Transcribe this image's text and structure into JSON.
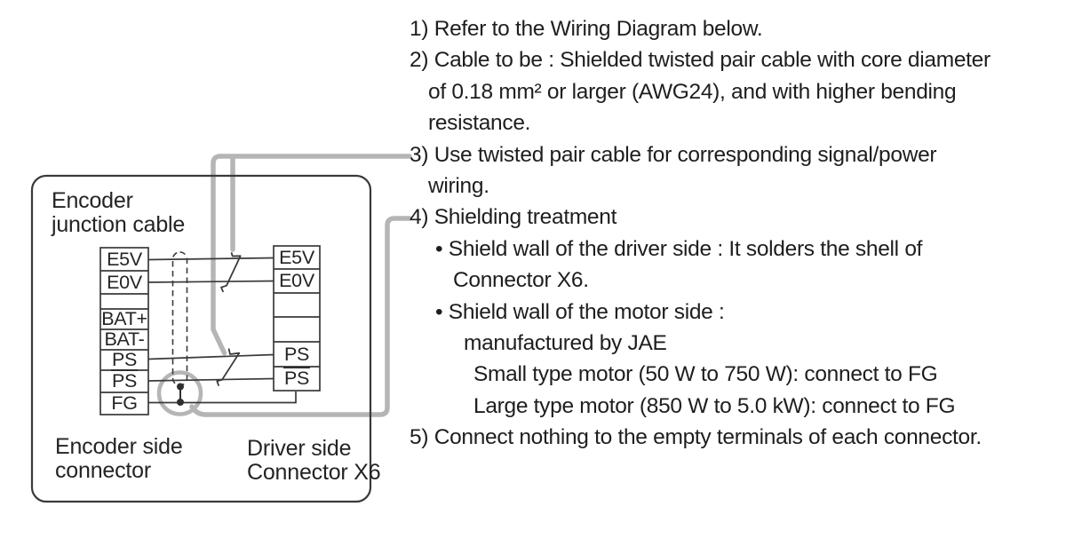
{
  "diagram": {
    "box_label": "Encoder junction cable",
    "encoder_side": {
      "caption": "Encoder side connector",
      "terminals": [
        {
          "label": "E5V"
        },
        {
          "label": "E0V"
        },
        {
          "label": ""
        },
        {
          "label": "BAT+"
        },
        {
          "label": "BAT-"
        },
        {
          "label": "PS"
        },
        {
          "label": "PS",
          "overline": true
        },
        {
          "label": "FG"
        }
      ]
    },
    "driver_side": {
      "caption": "Driver side Connector X6",
      "terminals": [
        {
          "label": "E5V"
        },
        {
          "label": "E0V"
        },
        {
          "label": ""
        },
        {
          "label": ""
        },
        {
          "label": "PS"
        },
        {
          "label": "PS",
          "overline": true
        }
      ]
    },
    "colors": {
      "callout_gray": "#b5b5b5",
      "line_dark": "#3a3a3a"
    }
  },
  "notes": {
    "lines": [
      {
        "text": "1) Refer to the Wiring Diagram below."
      },
      {
        "text": "2) Cable to be : Shielded twisted pair cable with core diameter"
      },
      {
        "text": "of 0.18 mm² or larger (AWG24), and with higher bending"
      },
      {
        "text": "resistance."
      },
      {
        "text": "3) Use twisted pair cable for corresponding signal/power"
      },
      {
        "text": "wiring."
      },
      {
        "text": "4) Shielding treatment"
      },
      {
        "text": "• Shield wall of the driver side : It solders the shell of"
      },
      {
        "text": "Connector X6."
      },
      {
        "text": "• Shield wall of the motor side :"
      },
      {
        "text": "manufactured by JAE"
      },
      {
        "text": "Small type motor (50 W to 750 W): connect to FG"
      },
      {
        "text": "Large type motor (850 W to 5.0 kW): connect to FG"
      },
      {
        "text": "5) Connect nothing to the empty terminals of each connector."
      }
    ]
  }
}
